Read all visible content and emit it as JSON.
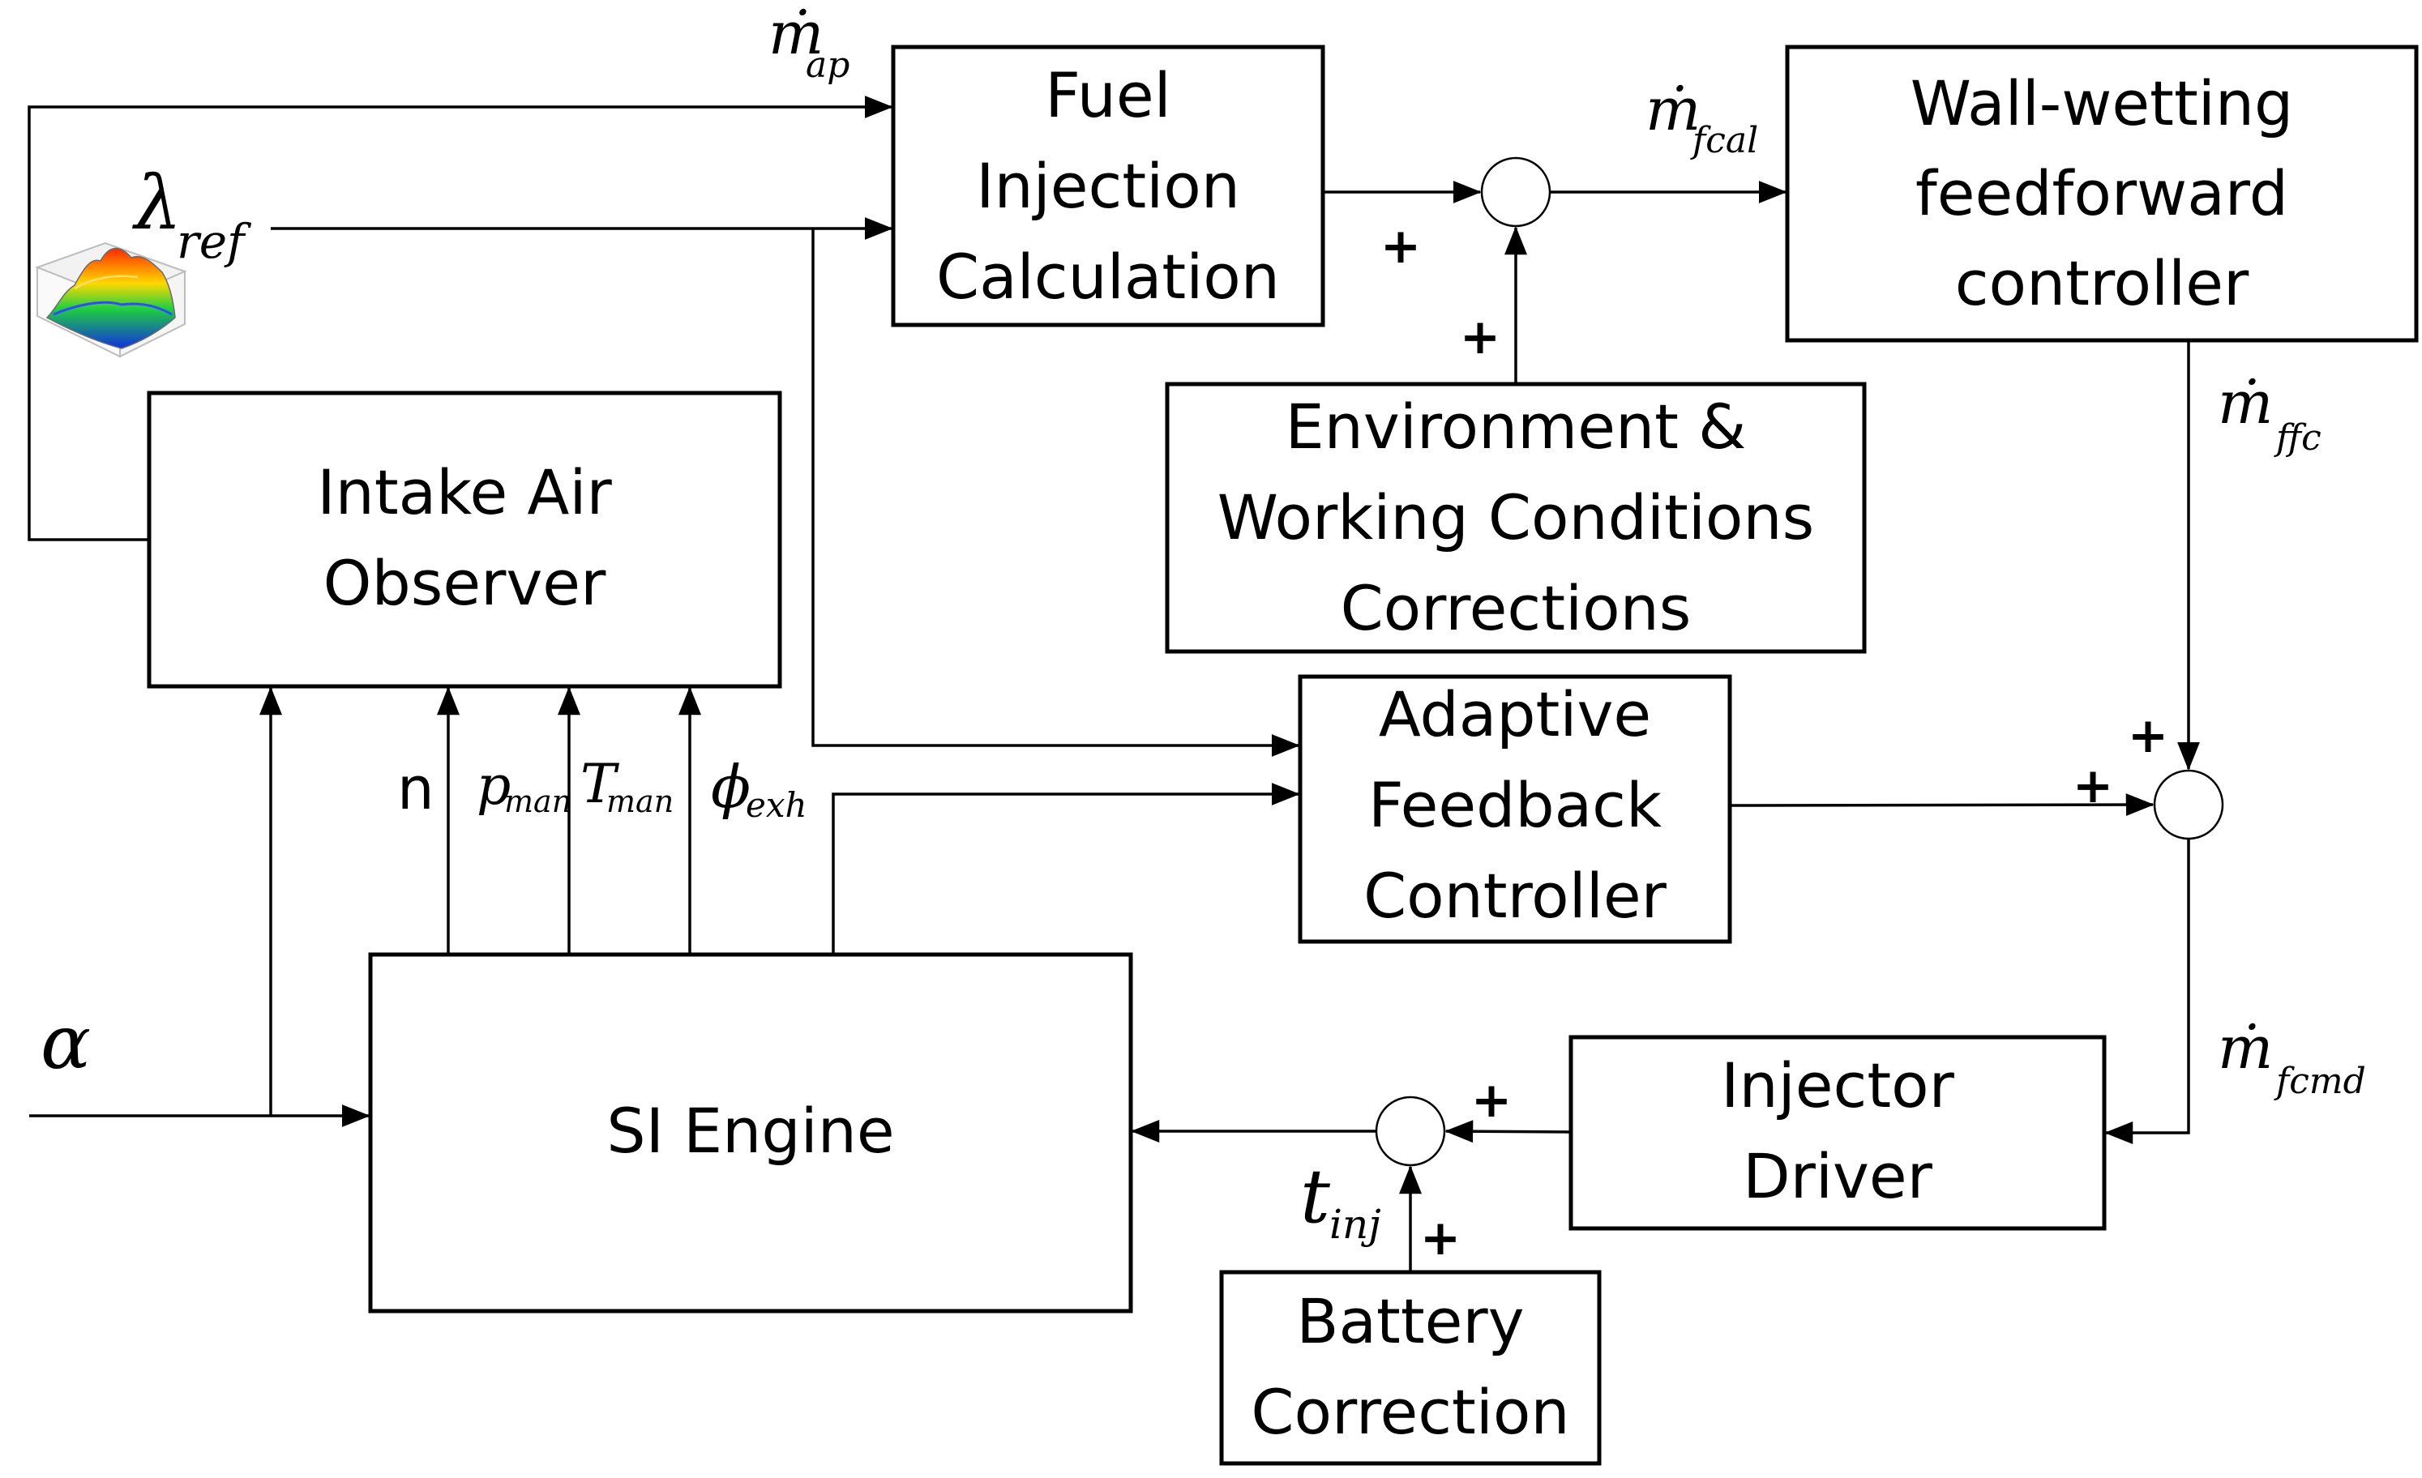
{
  "blocks": {
    "fuel_injection": [
      "Fuel",
      "Injection",
      "Calculation"
    ],
    "wall_wetting": [
      "Wall-wetting",
      "feedforward",
      "controller"
    ],
    "environment": [
      "Environment &",
      "Working Conditions",
      "Corrections"
    ],
    "intake_air": [
      "Intake Air",
      "Observer"
    ],
    "adaptive": [
      "Adaptive",
      "Feedback",
      "Controller"
    ],
    "si_engine": [
      "SI Engine"
    ],
    "injector": [
      "Injector",
      "Driver"
    ],
    "battery": [
      "Battery",
      "Correction"
    ]
  },
  "signals": {
    "m_ap": {
      "symbol": "ṁ",
      "sub": "ap"
    },
    "lambda_ref": {
      "symbol": "λ",
      "sub": "ref"
    },
    "m_fcal": {
      "symbol": "ṁ",
      "sub": "fcal"
    },
    "m_ffc": {
      "symbol": "ṁ",
      "sub": "ffc"
    },
    "m_fcmd": {
      "symbol": "ṁ",
      "sub": "fcmd"
    },
    "t_inj": {
      "symbol": "t",
      "sub": "inj"
    },
    "n": {
      "symbol": "n",
      "sub": ""
    },
    "p_man": {
      "symbol": "p",
      "sub": "man"
    },
    "T_man": {
      "symbol": "T",
      "sub": "man"
    },
    "phi_exh": {
      "symbol": "ϕ",
      "sub": "exh"
    },
    "alpha": {
      "symbol": "α",
      "sub": ""
    }
  },
  "signs": {
    "sum1_left": "+",
    "sum1_bottom": "+",
    "sum2_top": "+",
    "sum2_left": "+",
    "sum3_right": "+",
    "sum3_bottom": "+"
  },
  "icons": {
    "lookup_map": "3d-surface-map-icon"
  }
}
